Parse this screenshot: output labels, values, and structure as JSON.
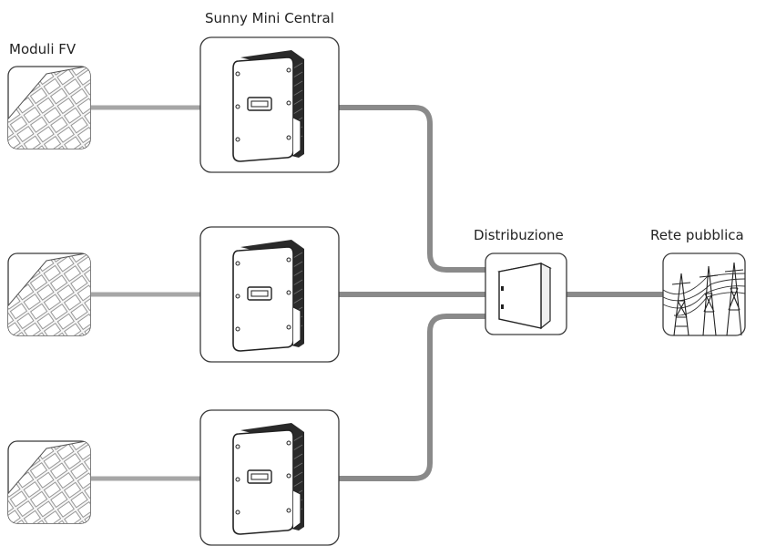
{
  "labels": {
    "inverter": "Sunny Mini Central",
    "pv_modules": "Moduli FV",
    "distribution": "Distribuzione",
    "grid": "Rete pubblica"
  },
  "colors": {
    "cable": "#8a8a8a",
    "dc_cable": "#a6a6a6",
    "box_border": "#3a3a3a",
    "cell_fill": "#ececec",
    "line": "#333333"
  },
  "icons": {
    "pv_module": "solar-panel-icon",
    "inverter": "inverter-icon",
    "distribution": "distribution-cabinet-icon",
    "grid": "power-pylon-icon"
  }
}
